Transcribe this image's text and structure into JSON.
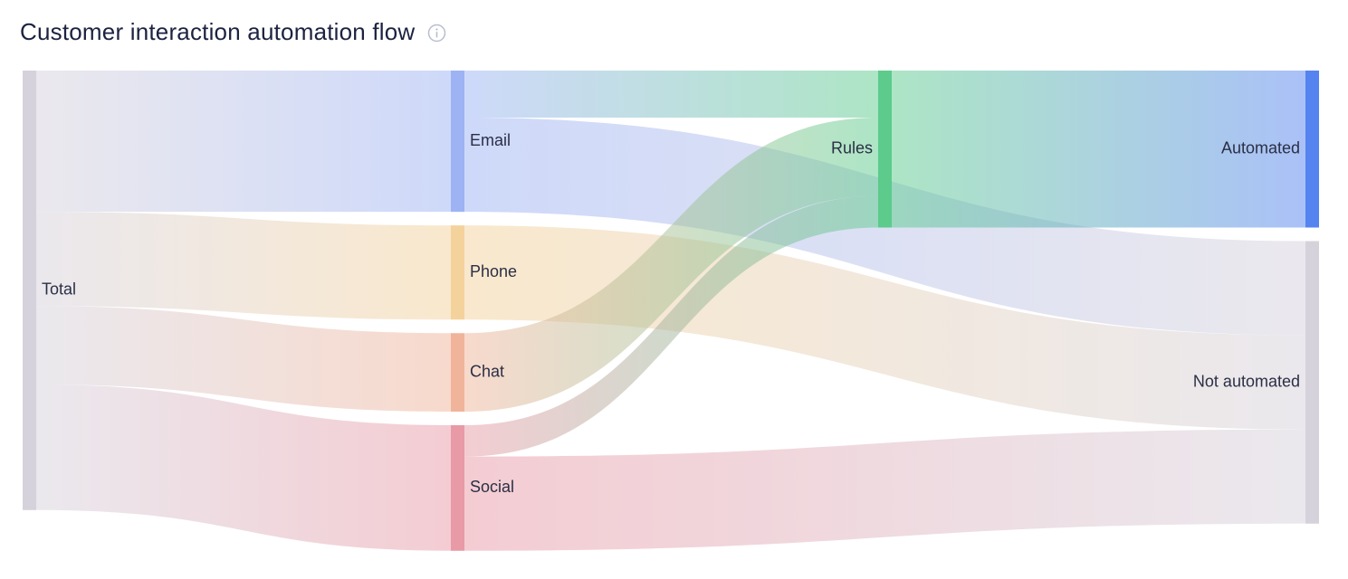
{
  "header": {
    "title": "Customer interaction automation flow",
    "info_icon": "info-circle-icon"
  },
  "chart_data": {
    "type": "sankey",
    "title": "Customer interaction automation flow",
    "nodes": [
      {
        "id": "total",
        "label": "Total",
        "color": "#d6d2dc",
        "column": 0
      },
      {
        "id": "email",
        "label": "Email",
        "color": "#9db3f4",
        "column": 1
      },
      {
        "id": "phone",
        "label": "Phone",
        "color": "#f3d29b",
        "column": 1
      },
      {
        "id": "chat",
        "label": "Chat",
        "color": "#f0b49a",
        "column": 1
      },
      {
        "id": "social",
        "label": "Social",
        "color": "#e89aa6",
        "column": 1
      },
      {
        "id": "rules",
        "label": "Rules",
        "color": "#5ccb8c",
        "column": 2
      },
      {
        "id": "automated",
        "label": "Automated",
        "color": "#5583f0",
        "column": 3
      },
      {
        "id": "not_automated",
        "label": "Not automated",
        "color": "#d6d2dc",
        "column": 3
      }
    ],
    "links": [
      {
        "source": "total",
        "target": "email",
        "value": 90
      },
      {
        "source": "total",
        "target": "phone",
        "value": 60
      },
      {
        "source": "total",
        "target": "chat",
        "value": 50
      },
      {
        "source": "total",
        "target": "social",
        "value": 80
      },
      {
        "source": "email",
        "target": "rules",
        "value": 30
      },
      {
        "source": "email",
        "target": "not_automated",
        "value": 60
      },
      {
        "source": "phone",
        "target": "not_automated",
        "value": 60
      },
      {
        "source": "chat",
        "target": "rules",
        "value": 50
      },
      {
        "source": "social",
        "target": "rules",
        "value": 20
      },
      {
        "source": "social",
        "target": "not_automated",
        "value": 60
      },
      {
        "source": "rules",
        "target": "automated",
        "value": 100
      }
    ]
  }
}
